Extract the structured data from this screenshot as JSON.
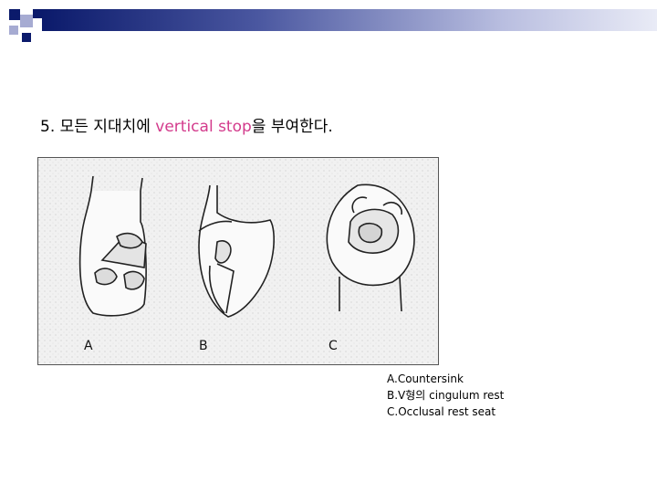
{
  "slide": {
    "heading": {
      "prefix": "5. 모든 지대치에 ",
      "highlight": "vertical stop",
      "suffix": "을 부여한다."
    },
    "highlight_color": "#d33b8c",
    "figure": {
      "labels": [
        "A",
        "B",
        "C"
      ]
    },
    "captions": [
      "A.Countersink",
      "B.V형의 cingulum rest",
      "C.Occlusal rest seat"
    ]
  }
}
